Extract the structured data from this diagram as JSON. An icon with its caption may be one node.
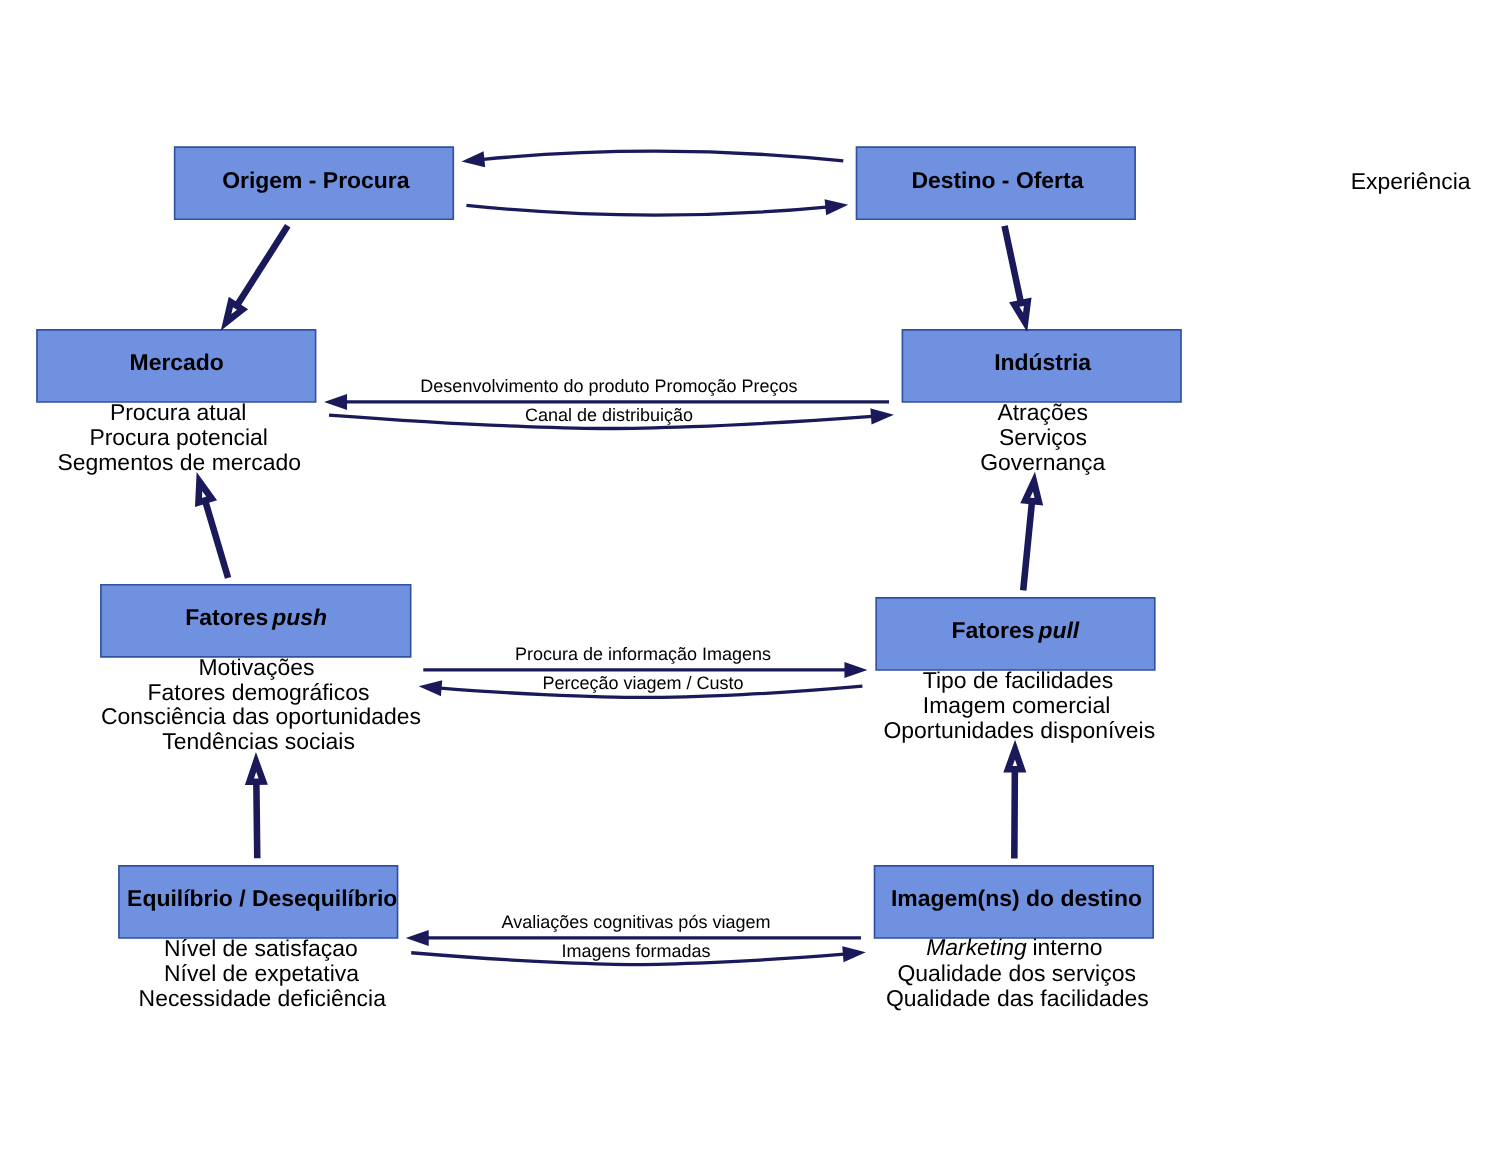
{
  "diagram": {
    "nodes": [
      {
        "text": [
          "Origem - Procura"
        ]
      },
      {
        "text": [
          "Destino - Oferta"
        ]
      },
      {
        "text": [
          "Mercado"
        ],
        "beside": [
          "Procura atual",
          "Procura potencial",
          "Segmentos de mercado"
        ]
      },
      {
        "text": [
          "Indústria"
        ],
        "beside": [
          "Atrações",
          "Serviços",
          "Governança"
        ]
      },
      {
        "text": [
          "Fatores *push*"
        ],
        "beside": [
          "Motivações",
          "Fatores demográficos",
          "Consciência das oportunidades",
          "Tendências sociais"
        ]
      },
      {
        "text": [
          "Fatores *pull*"
        ],
        "beside": [
          "Tipo de facilidades",
          "Imagem comercial",
          "Oportunidades disponíveis"
        ]
      },
      {
        "text": [
          "Equilíbrio / Desequilíbrio"
        ],
        "beside": [
          "Nível de satisfaçao",
          "Nível de expetativa",
          "Necessidade deficiência"
        ]
      },
      {
        "text": [
          "Imagem(ns) do destino"
        ],
        "beside": [
          "*Marketing* interno",
          "Qualidade dos serviços",
          "Qualidade das facilidades"
        ]
      }
    ],
    "edges": [
      {
        "from": 0,
        "to": 1,
        "arrow": "to"
      },
      {
        "from": 1,
        "to": 0,
        "arrow": "to"
      },
      {
        "from": 0,
        "to": 2,
        "arrow": "to",
        "style": "thick"
      },
      {
        "from": 1,
        "to": 3,
        "arrow": "to",
        "style": "thick"
      },
      {
        "from": 2,
        "to": 3,
        "arrow": "to",
        "label": "Canal de distribuição"
      },
      {
        "from": 3,
        "to": 2,
        "arrow": "to",
        "label": "Desenvolvimento do produto Promoção Preços"
      },
      {
        "from": 4,
        "to": 2,
        "arrow": "to",
        "style": "thick"
      },
      {
        "from": 5,
        "to": 3,
        "arrow": "to",
        "style": "thick"
      },
      {
        "from": 4,
        "to": 5,
        "arrow": "to",
        "label": "Procura de informação Imagens"
      },
      {
        "from": 5,
        "to": 4,
        "arrow": "to",
        "label": "Perceção viagem / Custo"
      },
      {
        "from": 6,
        "to": 4,
        "arrow": "to",
        "style": "thick"
      },
      {
        "from": 7,
        "to": 5,
        "arrow": "to",
        "style": "thick"
      },
      {
        "from": 6,
        "to": 7,
        "arrow": "to",
        "label": "Imagens formadas"
      },
      {
        "from": 7,
        "to": 6,
        "arrow": "to",
        "label": "Avaliações cognitivas pós viagem"
      }
    ],
    "labels": [
      "Experiência"
    ]
  }
}
